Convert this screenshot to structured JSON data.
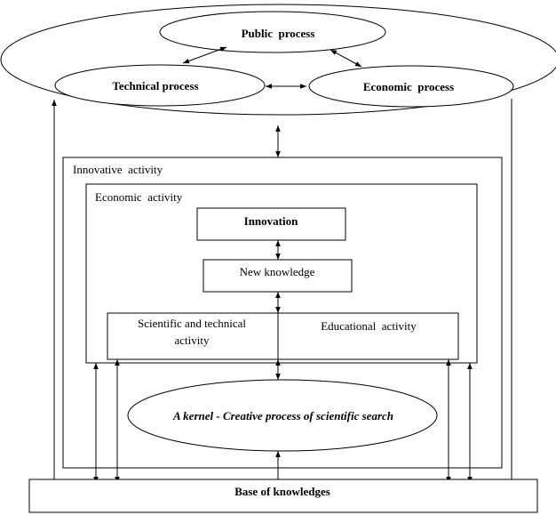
{
  "processes": {
    "public": "Public  process",
    "technical": "Technical process",
    "economic": "Economic  process"
  },
  "boxes": {
    "innovative_activity": "Innovative  activity",
    "economic_activity": "Economic  activity",
    "innovation": "Innovation",
    "new_knowledge": "New knowledge",
    "scientific_technical_line1": "Scientific and technical",
    "scientific_technical_line2": "activity",
    "educational_activity": "Educational  activity",
    "kernel": "A kernel - Creative process of scientific search",
    "base": "Base of knowledges"
  }
}
